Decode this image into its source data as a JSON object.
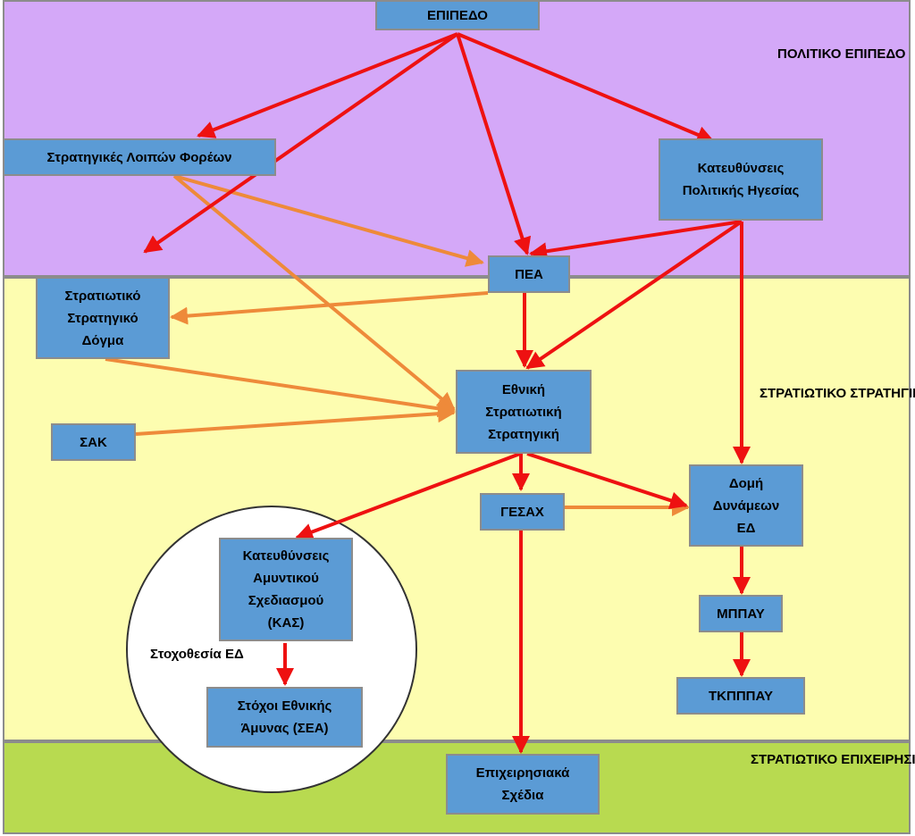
{
  "levels": {
    "political": "ΠΟΛΙΤΙΚΟ\nΕΠΙΠΕΔΟ",
    "strategic": "ΣΤΡΑΤΙΩΤΙΚΟ\nΣΤΡΑΤΗΓΙΚΟ\nΕΠΙΠΕΔΟ",
    "operational": "ΣΤΡΑΤΙΩΤΙΚΟ\nΕΠΙΧΕΙΡΗΣΙΑΚΟ\nΕΠΙΠΕΔΟ"
  },
  "nodes": {
    "epipedo": "ΕΠΙΠΕΔΟ",
    "other_strategies": "Στρατηγικές Λοιπών Φορέων",
    "political_directives": "Κατευθύνσεις\nΠολιτικής Ηγεσίας",
    "pea": "ΠΕΑ",
    "military_doctrine": "Στρατιωτικό\nΣτρατηγικό\nΔόγμα",
    "national_military_strategy": "Εθνική\nΣτρατιωτική\nΣτρατηγική",
    "sak": "ΣΑΚ",
    "gesax": "ΓΕΣΑΧ",
    "force_structure": "Δομή\nΔυνάμεων\nΕΔ",
    "defence_planning": "Κατευθύνσεις\nΑμυντικού\nΣχεδιασμού\n(ΚΑΣ)",
    "defence_goals": "Στόχοι Εθνικής\nΆμυνας (ΣΕΑ)",
    "mppay": "ΜΠΠΑΥ",
    "tkpppay": "ΤΚΠΠΠΑΥ",
    "operational_plans": "Επιχειρησιακά\nΣχέδια"
  },
  "circle_label": "Στοχοθεσία ΕΔ",
  "colors": {
    "red_arrow": "#ee1111",
    "orange_arrow": "#ee8a3a",
    "node_fill": "#5b9bd5"
  }
}
